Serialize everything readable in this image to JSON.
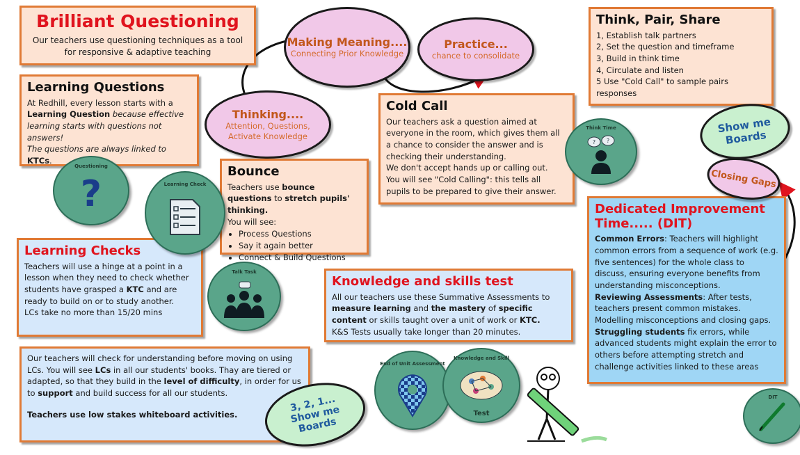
{
  "brilliant": {
    "title": "Brilliant Questioning",
    "text": "Our teachers use questioning techniques as a tool for responsive & adaptive teaching"
  },
  "learning_questions": {
    "title": "Learning Questions",
    "p1": "At Redhill, every lesson starts with a ",
    "b1": "Learning Question",
    "p2": " because effective learning starts with questions not answers!",
    "p3": "The questions are always linked to ",
    "b2": "KTCs",
    "p4": "."
  },
  "making_meaning": {
    "title": "Making Meaning....",
    "sub": "Connecting Prior Knowledge"
  },
  "practice": {
    "title": "Practice...",
    "sub": "chance to consolidate"
  },
  "thinking": {
    "title": "Thinking....",
    "sub": "Attention, Questions, Activate Knowledge"
  },
  "think_pair_share": {
    "title": "Think, Pair, Share",
    "items": [
      "1, Establish talk partners",
      "2, Set the question and timeframe",
      "3, Build in think time",
      "4, Circulate and listen",
      "5 Use \"Cold Call\" to sample pairs responses"
    ]
  },
  "cold_call": {
    "title": "Cold Call",
    "p1": "Our teachers ask a question aimed at everyone in the room, which gives them all a chance to consider the answer and is checking their understanding.",
    "p2": "We don't accept hands up or calling out.",
    "p3": "You will see \"Cold Calling\": this tells all pupils to be prepared to give their answer."
  },
  "bounce": {
    "title": "Bounce",
    "p1": "Teachers use ",
    "b1": "bounce questions",
    "p2": " to ",
    "b2": "stretch pupils' thinking.",
    "p3": "You will see:",
    "items": [
      "Process Questions",
      "Say it again better",
      "Connect & Build Questions"
    ]
  },
  "learning_checks": {
    "title": "Learning Checks",
    "p1": "Teachers will use a hinge at a point in a lesson when they need to check whether students have grasped a ",
    "b1": "KTC",
    "p2": " and are ready to build on or to study another.",
    "p3": "LCs take no more than 15/20 mins"
  },
  "lc_detail": {
    "p1": "Our teachers will check for understanding before moving on using LCs. You will see ",
    "b1": "LCs",
    "p2": " in all our students' books. Thay are tiered or adapted, so that they build in the ",
    "b2": "level of difficulty",
    "p3": ", in order for us to ",
    "b3": "support",
    "p4": " and build success for all our students.",
    "b4": "Teachers use low stakes whiteboard activities."
  },
  "knowledge_test": {
    "title": "Knowledge and skills test",
    "p1": "All our teachers use these Summative Assessments to ",
    "b1": "measure learning",
    "p2": " and ",
    "b2": "the mastery",
    "p3": " of ",
    "b3": "specific content",
    "p4": " or skills taught over a unit of work or ",
    "b4": "KTC.",
    "p5": "K&S Tests usually take longer than 20 minutes."
  },
  "dit": {
    "title": "Dedicated Improvement Time..... (DIT)",
    "b1": "Common Errors",
    "p1": ": Teachers will highlight common errors from a sequence of work (e.g. five sentences) for the whole class to discuss, ensuring everyone benefits from understanding misconceptions.",
    "b2": "Reviewing Assessments",
    "p2": ": After tests, teachers present common mistakes. Modelling misconceptions and closing gaps.",
    "b3": "Struggling students",
    "p3": " fix errors, while advanced students might explain the error to others before attempting stretch and challenge activities linked to these areas"
  },
  "show_me_boards": "Show me Boards",
  "closing_gaps": "Closing Gaps",
  "three_two_one": "3, 2, 1... Show me Boards",
  "icons": {
    "questioning": "Questioning",
    "learning_check": "Learning Check",
    "think_time": "Think Time",
    "talk_task": "Talk Task",
    "end_of_unit": "End of Unit Assessment",
    "knowledge_skill": "Knowledge and Skill",
    "test": "Test",
    "dit": "DIT"
  },
  "colors": {
    "accent_red": "#e0141e",
    "border_orange": "#e07a35",
    "bubble_pink": "#f1c8e8",
    "bubble_mint": "#c9f0cf",
    "icon_green": "#5aa58a"
  }
}
